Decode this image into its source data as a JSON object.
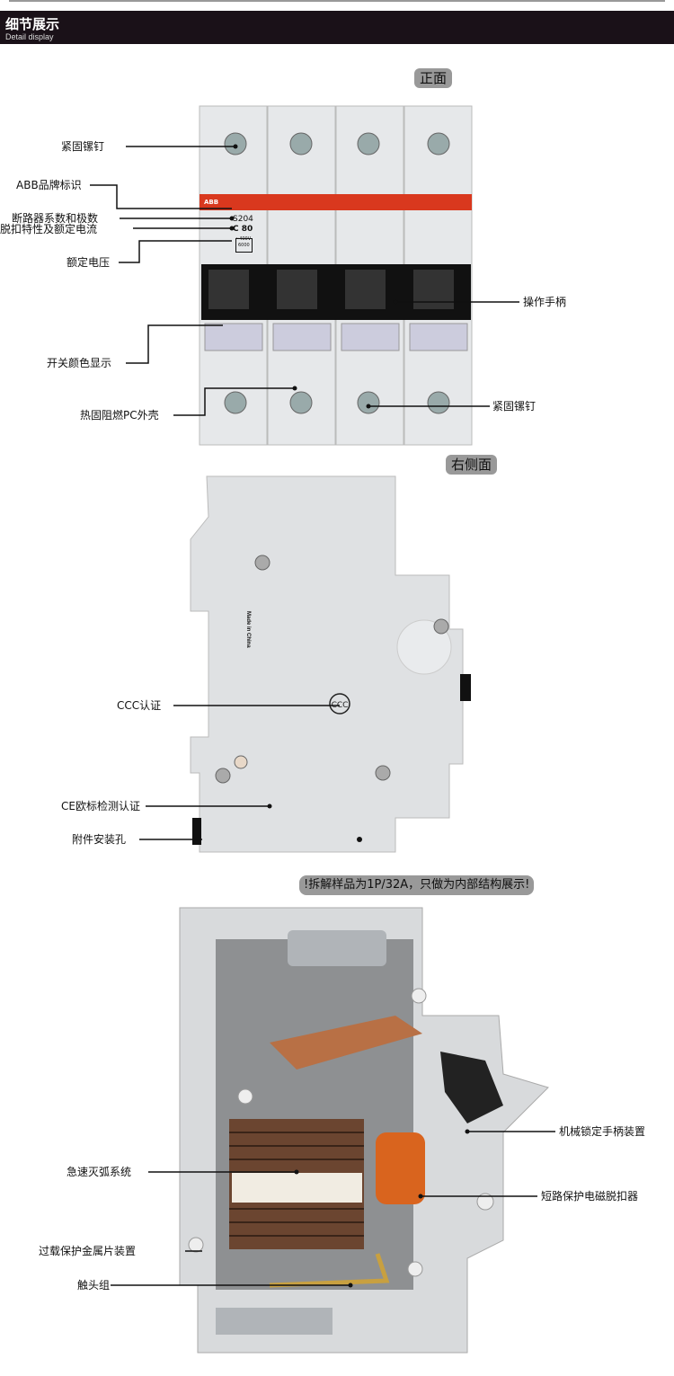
{
  "header": {
    "title": "细节展示",
    "subtitle": "Detail display"
  },
  "sections": {
    "front": {
      "badge": "正面",
      "labels": {
        "screw_top": "紧固镙钉",
        "brand": "ABB品牌标识",
        "series_poles": "断路器系数和极数",
        "trip_current": "脱扣特性及额定电流",
        "voltage": "额定电压",
        "handle": "操作手柄",
        "color_indicator": "开关颜色显示",
        "housing": "热固阻燃PC外壳",
        "screw_bottom": "紧固镙钉"
      },
      "product_marks": {
        "brand": "ABB",
        "model": "S204",
        "rating": "C 80",
        "voltage": "~400V",
        "code": "6000"
      }
    },
    "side": {
      "badge": "右侧面",
      "labels": {
        "ccc": "CCC认证",
        "ce": "CE欧标检测认证",
        "accessory_hole": "附件安装孔"
      },
      "marking": "Made in China"
    },
    "internal": {
      "badge": "!拆解样品为1P/32A，只做为内部结构展示!",
      "labels": {
        "lock": "机械锁定手柄装置",
        "arc": "急速灭弧系统",
        "magnetic": "短路保护电磁脱扣器",
        "bimetal": "过载保护金属片装置",
        "contacts": "触头组"
      }
    }
  },
  "colors": {
    "brand_red": "#d9381e",
    "housing": "#e4e6e8",
    "banner": "#1a1118"
  }
}
